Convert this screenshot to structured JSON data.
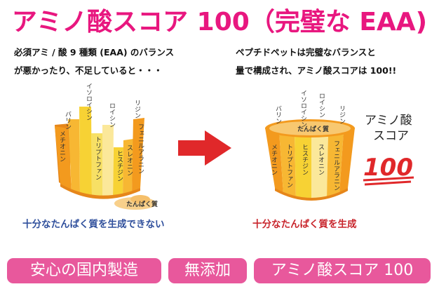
{
  "title": "アミノ酸スコア 100（完璧な EAA)",
  "left_panel": {
    "description_line1": "必須アミ / 酸 9 種類 (EAA) のバランス",
    "description_line2": "が悪かったり、不足していると・・・",
    "bucket_labels": [
      "バリン",
      "イソロイシン",
      "ロイシン",
      "リジン",
      "メチオニン",
      "トリプトファン",
      "ヒスチジン",
      "スレオニン",
      "フェニルアラニン"
    ],
    "overflow_label": "たんぱく質",
    "caption": "十分なたんぱく質を生成できない"
  },
  "right_panel": {
    "description_line1": "ペプチドペットは完璧なバランスと",
    "description_line2": "量で構成され、アミノ酸スコアは 100!!",
    "top_labels": [
      "バリン",
      "イソロイシン",
      "ロイシン",
      "リジン"
    ],
    "stave_labels": [
      "メチオニン",
      "トリプトファン",
      "ヒスチジン",
      "スレオニン",
      "フェニルアラニン"
    ],
    "surface_label": "たんぱく質",
    "score_title": "アミノ酸\nスコア",
    "score_title_line1": "アミノ酸",
    "score_title_line2": "スコア",
    "score_badge": "100",
    "caption": "十分なたんぱく質を生成"
  },
  "badges": [
    "安心の国内製造",
    "無添加",
    "アミノ酸スコア 100"
  ],
  "colors": {
    "title": "#e8177f",
    "orange": "#f39a1e",
    "yellow": "#f7d234",
    "pale_yellow": "#fbe89a",
    "arrow_red": "#e0282a",
    "left_caption": "#2f4f9c",
    "right_caption": "#c8242b",
    "badge_bg": "#e8589c"
  }
}
